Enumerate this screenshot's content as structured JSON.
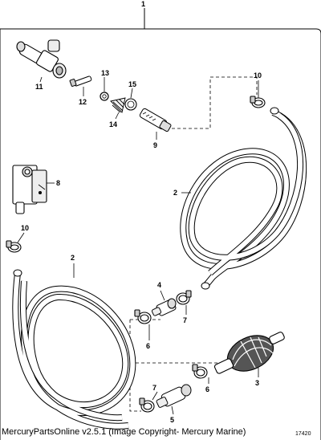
{
  "assembly_callout": "1",
  "callouts": {
    "c2a": "2",
    "c2b": "2",
    "c3": "3",
    "c4": "4",
    "c5": "5",
    "c6a": "6",
    "c6b": "6",
    "c7a": "7",
    "c7b": "7",
    "c8": "8",
    "c9": "9",
    "c10a": "10",
    "c10b": "10",
    "c11": "11",
    "c12": "12",
    "c13": "13",
    "c14": "14",
    "c15": "15"
  },
  "footer": "MercuryPartsOnline v2.5.1 (Image Copyright- Mercury Marine)",
  "figure_number": "17420"
}
